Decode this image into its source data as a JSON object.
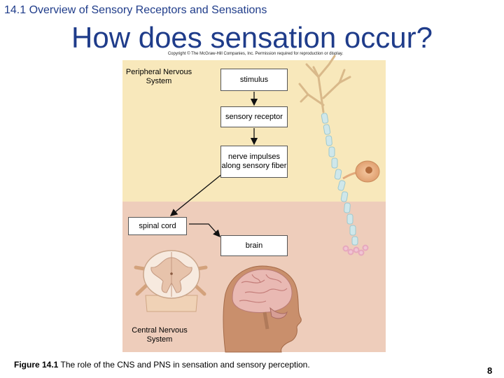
{
  "header": {
    "section": "14.1 Overview of Sensory Receptors and Sensations",
    "title": "How does sensation occur?",
    "copyright": "Copyright © The McGraw-Hill Companies, Inc. Permission required for reproduction or display."
  },
  "diagram": {
    "pns_label": "Peripheral Nervous System",
    "cns_label": "Central Nervous System",
    "steps": {
      "stimulus": "stimulus",
      "receptor": "sensory receptor",
      "impulses": "nerve impulses along sensory fiber",
      "spinal_cord": "spinal cord",
      "brain": "brain"
    },
    "colors": {
      "pns_background": "#f8e8bb",
      "cns_background": "#eecdbb"
    }
  },
  "caption": {
    "figure_label": "Figure 14.1",
    "text": "The role of the CNS and PNS in sensation and sensory perception."
  },
  "page_number": "8"
}
